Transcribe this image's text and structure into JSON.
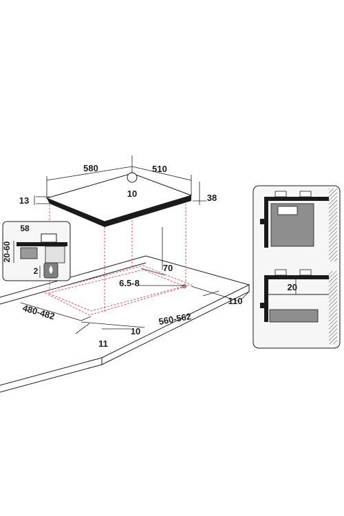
{
  "dimensions": {
    "hob_width": "580",
    "hob_depth": "510",
    "hob_thickness": "13",
    "hob_height": "38",
    "gas_inlet_offset": "10",
    "cutout_width": "560-562",
    "cutout_depth": "480-482",
    "rear_clearance": "70",
    "min_front_distance": "10",
    "front_edge": "11",
    "side_clearance": "110",
    "corner_radius": "6.5-8",
    "inset_top": "58",
    "inset_height": "20-60",
    "inset_gap": "2",
    "drawer_gap": "20"
  }
}
